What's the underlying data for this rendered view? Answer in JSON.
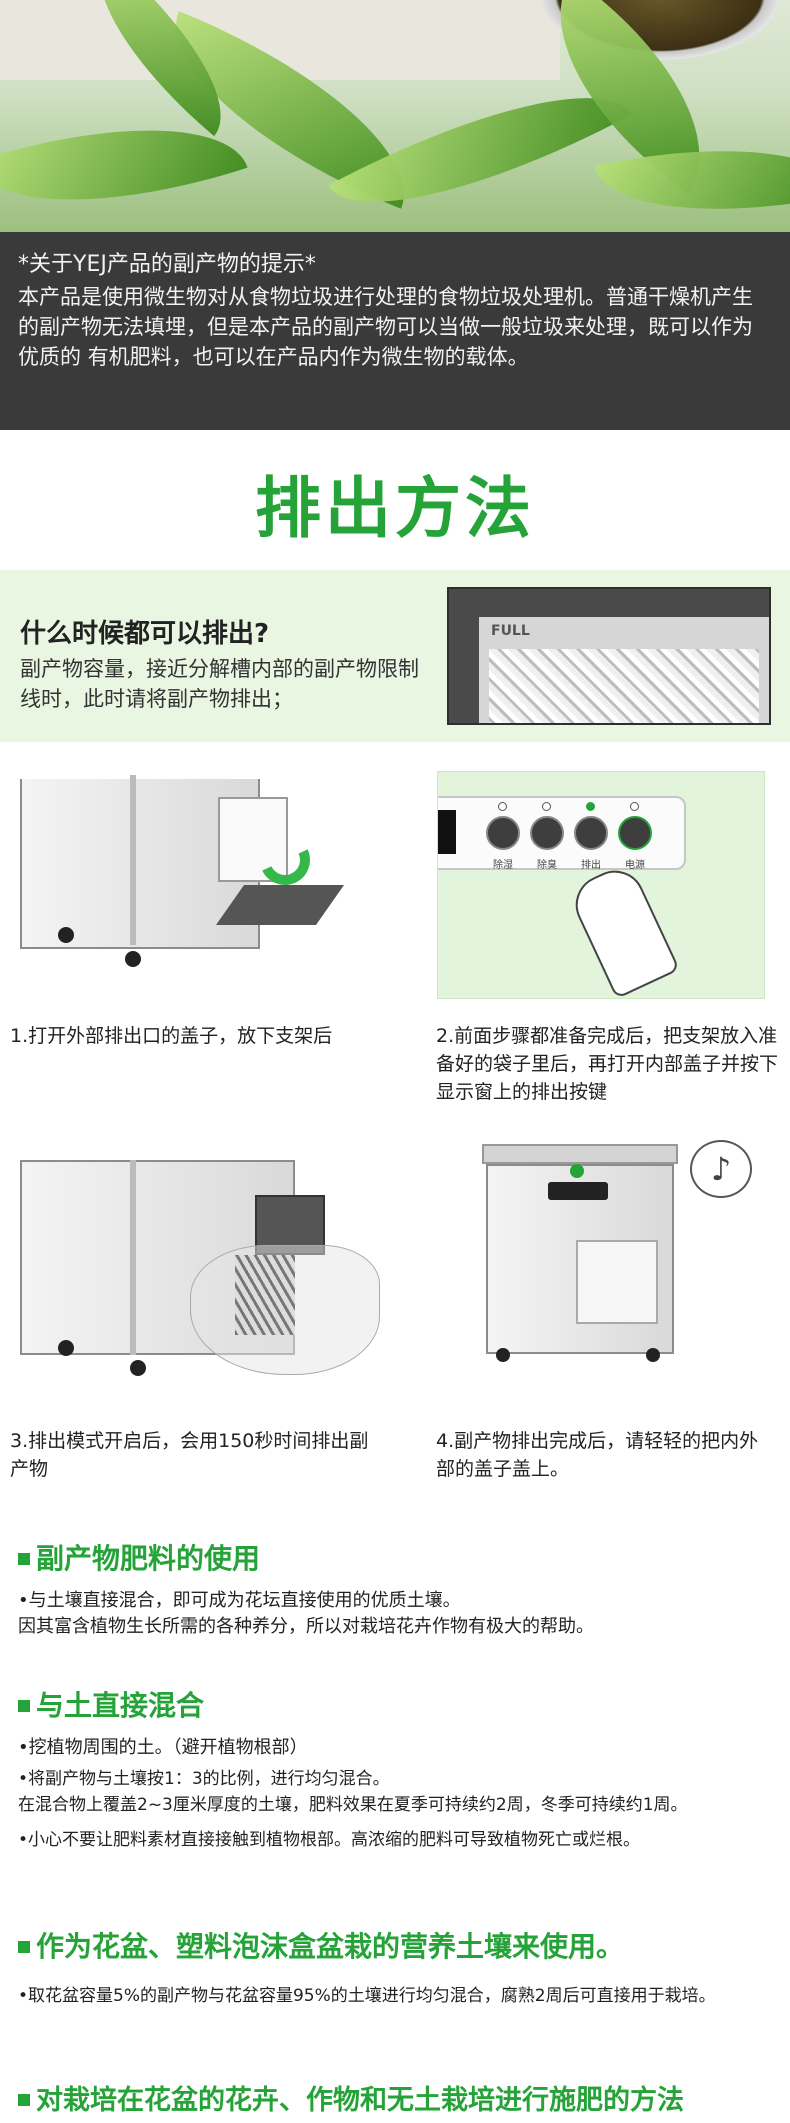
{
  "notice": {
    "title": "*关于YEJ产品的副产物的提示*",
    "body": "本产品是使用微生物对从食物垃圾进行处理的食物垃圾处理机。普通干燥机产生的副产物无法填埋，但是本产品的副产物可以当做一般垃圾来处理，既可以作为优质的 有机肥料，也可以在产品内作为微生物的载体。"
  },
  "section_title": "排出方法",
  "when": {
    "question": "什么时候都可以排出?",
    "answer": "副产物容量，接近分解槽内部的副产物限制线时，此时请将副产物排出；",
    "full_label": "FULL"
  },
  "panel": {
    "labels": [
      "除湿",
      "除臭",
      "排出",
      "电源"
    ]
  },
  "steps": [
    "1.打开外部排出口的盖子，放下支架后",
    "2.前面步骤都准备完成后，把支架放入准备好的袋子里后，再打开内部盖子并按下显示窗上的排出按键",
    "3.排出模式开启后，会用150秒时间排出副产物",
    "4.副产物排出完成后，请轻轻的把内外部的盖子盖上。"
  ],
  "fertilizer": {
    "heading": "副产物肥料的使用",
    "text": "•与土壤直接混合，即可成为花坛直接使用的优质土壤。\n  因其富含植物生长所需的各种养分，所以对栽培花卉作物有极大的帮助。"
  },
  "mix": {
    "heading": "与土直接混合",
    "items": [
      "•挖植物周围的土。（避开植物根部）",
      "•将副产物与土壤按1：3的比例，进行均匀混合。\n  在混合物上覆盖2~3厘米厚度的土壤，肥料效果在夏季可持续约2周，冬季可持续约1周。",
      "•小心不要让肥料素材直接接触到植物根部。高浓缩的肥料可导致植物死亡或烂根。"
    ]
  },
  "pot": {
    "heading": "作为花盆、塑料泡沫盒盆栽的营养土壤来使用。",
    "text": "•取花盆容量5%的副产物与花盆容量95%的土壤进行均匀混合，腐熟2周后可直接用于栽培。"
  },
  "last": {
    "heading": "对栽培在花盆的花卉、作物和无土栽培进行施肥的方法"
  },
  "colors": {
    "green": "#25a339",
    "dark": "#3a3a3a",
    "band": "#e9f6e2"
  }
}
